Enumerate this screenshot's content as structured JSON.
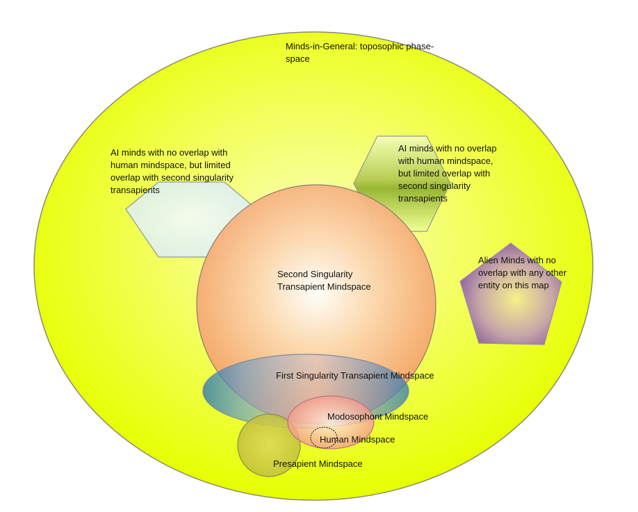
{
  "labels": {
    "general": "Minds-in-General: toposophic phase-space",
    "ai_left": "AI minds with no overlap with human mindspace, but limited overlap with second singularity transapients",
    "ai_right": "AI minds with no overlap with human mindspace, but limited overlap with second singularity transapients",
    "alien": "Alien Minds with no overlap with any other entity on this map",
    "second": "Second Singularity Transapient Mindspace",
    "first": "First Singularity Transapient Mindspace",
    "modosophont": "Modosophont Mindspace",
    "human": "Human Mindspace",
    "presapient": "Presapient Mindspace"
  },
  "colors": {
    "outer_fill": "#eaff12",
    "sphere": "#f6a36a",
    "first": "#2d6fb3",
    "presapient": "#c5c23a",
    "alien": "#7b4a9a"
  }
}
